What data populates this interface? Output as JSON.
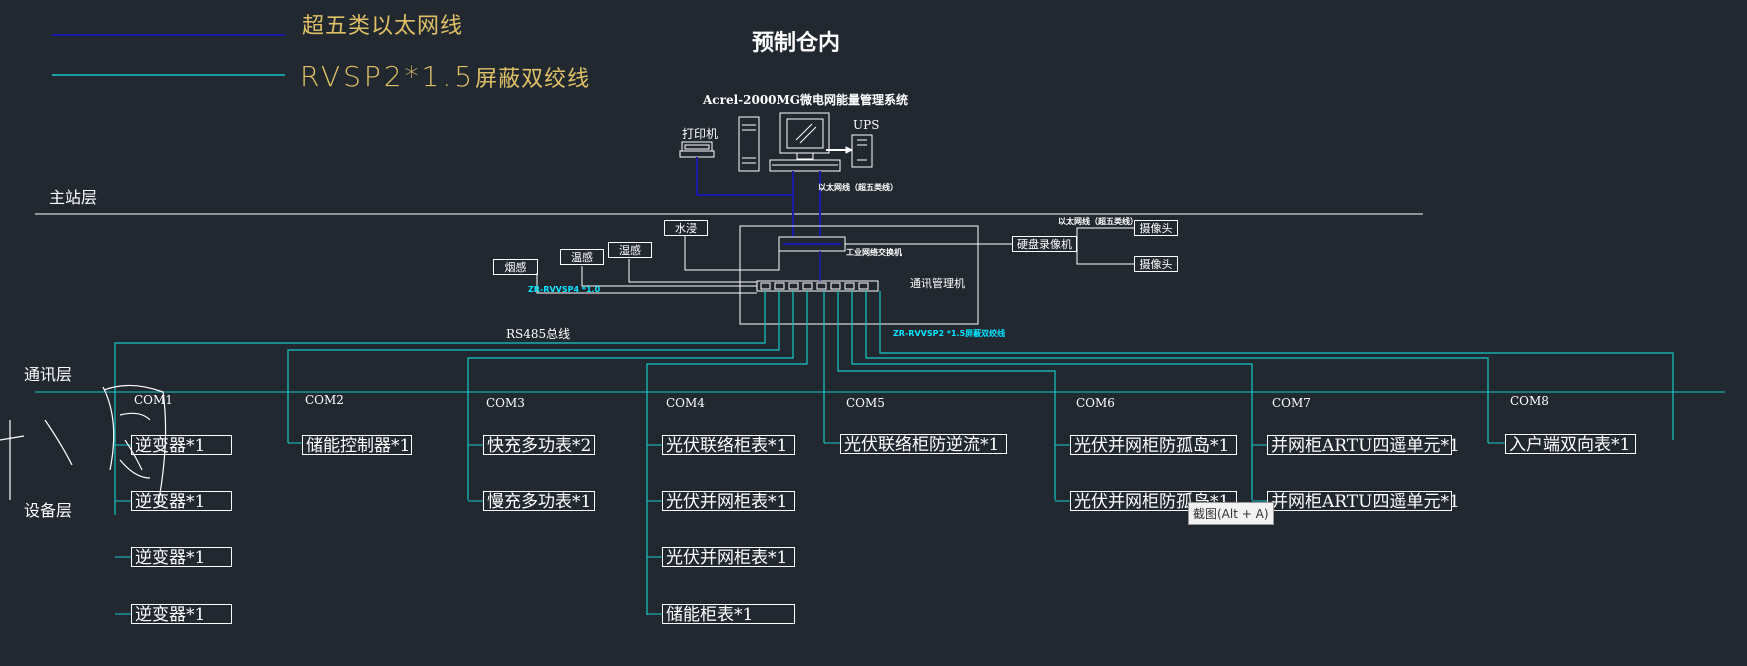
{
  "legend": {
    "line1_label": "超五类以太网线",
    "line1_color": "#1a1aa8",
    "line2_prefix": "RVSP2*1.5",
    "line2_suffix": "屏蔽双绞线",
    "line2_color": "#14c8c8"
  },
  "title": "预制仓内",
  "system": {
    "name": "Acrel-2000MG微电网能量管理系统",
    "printer": "打印机",
    "ups": "UPS",
    "ethernet_note": "以太网线（超五类线）",
    "switch_label": "工业网络交换机",
    "manager_label": "通讯管理机",
    "nvr_label": "硬盘录像机",
    "nvr_net_note": "以太网线（超五类线）",
    "camera1": "摄像头",
    "camera2": "摄像头",
    "sensors": [
      "烟感",
      "温感",
      "湿感",
      "水浸"
    ],
    "rs485_cable_label": "ZR-RVVSP4 *1.0",
    "rs485_label": "RS485总线",
    "shield_cable_label": "ZR-RVVSP2 *1.5屏蔽双绞线"
  },
  "layers": {
    "main_station": "主站层",
    "comm": "通讯层",
    "device": "设备层"
  },
  "ports": [
    "COM1",
    "COM2",
    "COM3",
    "COM4",
    "COM5",
    "COM6",
    "COM7",
    "COM8"
  ],
  "devices": {
    "com1": [
      "逆变器*1",
      "逆变器*1",
      "逆变器*1",
      "逆变器*1"
    ],
    "com2": [
      "储能控制器*1"
    ],
    "com3": [
      "快充多功表*2",
      "慢充多功表*1"
    ],
    "com4": [
      "光伏联络柜表*1",
      "光伏并网柜表*1",
      "光伏并网柜表*1",
      "储能柜表*1"
    ],
    "com5": [
      "光伏联络柜防逆流*1"
    ],
    "com6": [
      "光伏并网柜防孤岛*1",
      "光伏并网柜防孤岛*1"
    ],
    "com7": [
      "并网柜ARTU四遥单元*1",
      "并网柜ARTU四遥单元*1"
    ],
    "com8": [
      "入户端双向表*1"
    ]
  },
  "tooltip": "截图(Alt + A)",
  "colors": {
    "background": "#212830",
    "line": "#ffffff",
    "rs485": "#14c8c8",
    "ethernet": "#1a1aa8"
  }
}
